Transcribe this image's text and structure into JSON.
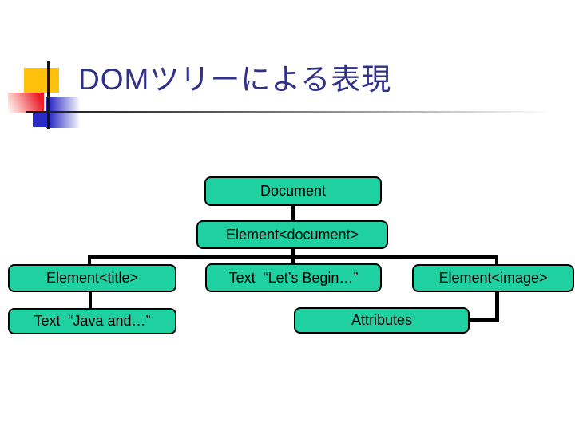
{
  "title": "DOMツリーによる表現",
  "colors": {
    "box_fill": "#1fd1a1",
    "title_color": "#313189",
    "accent_yellow": "#ffc00e",
    "accent_red": "#ea1c25",
    "accent_blue": "#2b2bc6",
    "connector": "#000000"
  },
  "diagram": {
    "nodes": {
      "document": "Document",
      "element_document": "Element<document>",
      "element_title": "Element<title>",
      "text_lets_begin": "Text  “Let’s Begin…”",
      "element_image": "Element<image>",
      "text_java_and": "Text  “Java and…”",
      "attributes": "Attributes"
    }
  }
}
